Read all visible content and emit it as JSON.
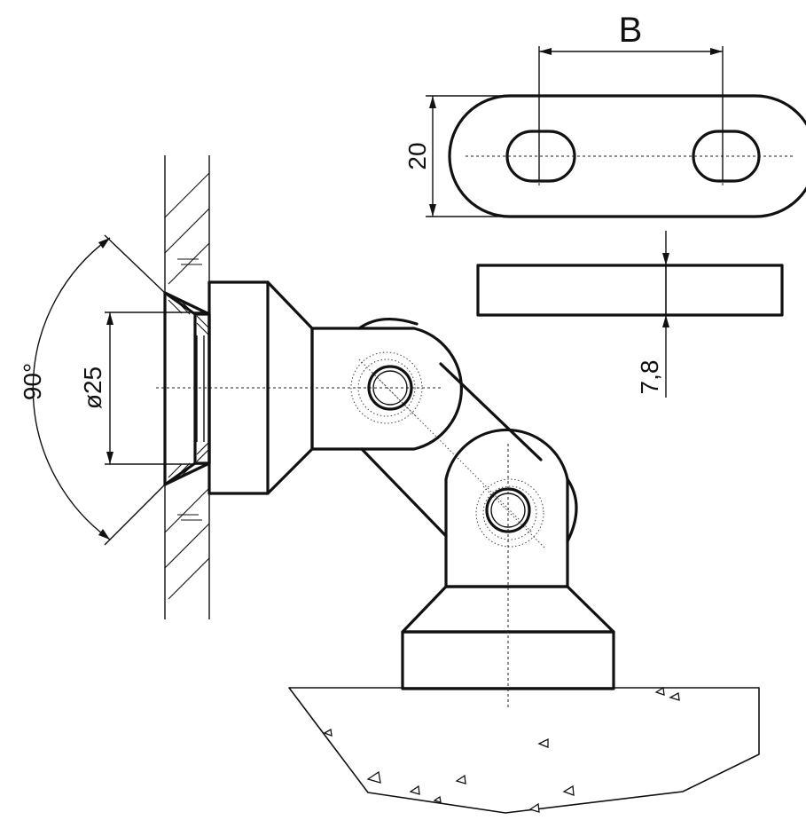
{
  "dimensions": {
    "slot_spacing": "B",
    "plate_width": "20",
    "plate_thickness": "7,8",
    "bore_diameter": "ø25",
    "countersink_angle": "90°"
  }
}
